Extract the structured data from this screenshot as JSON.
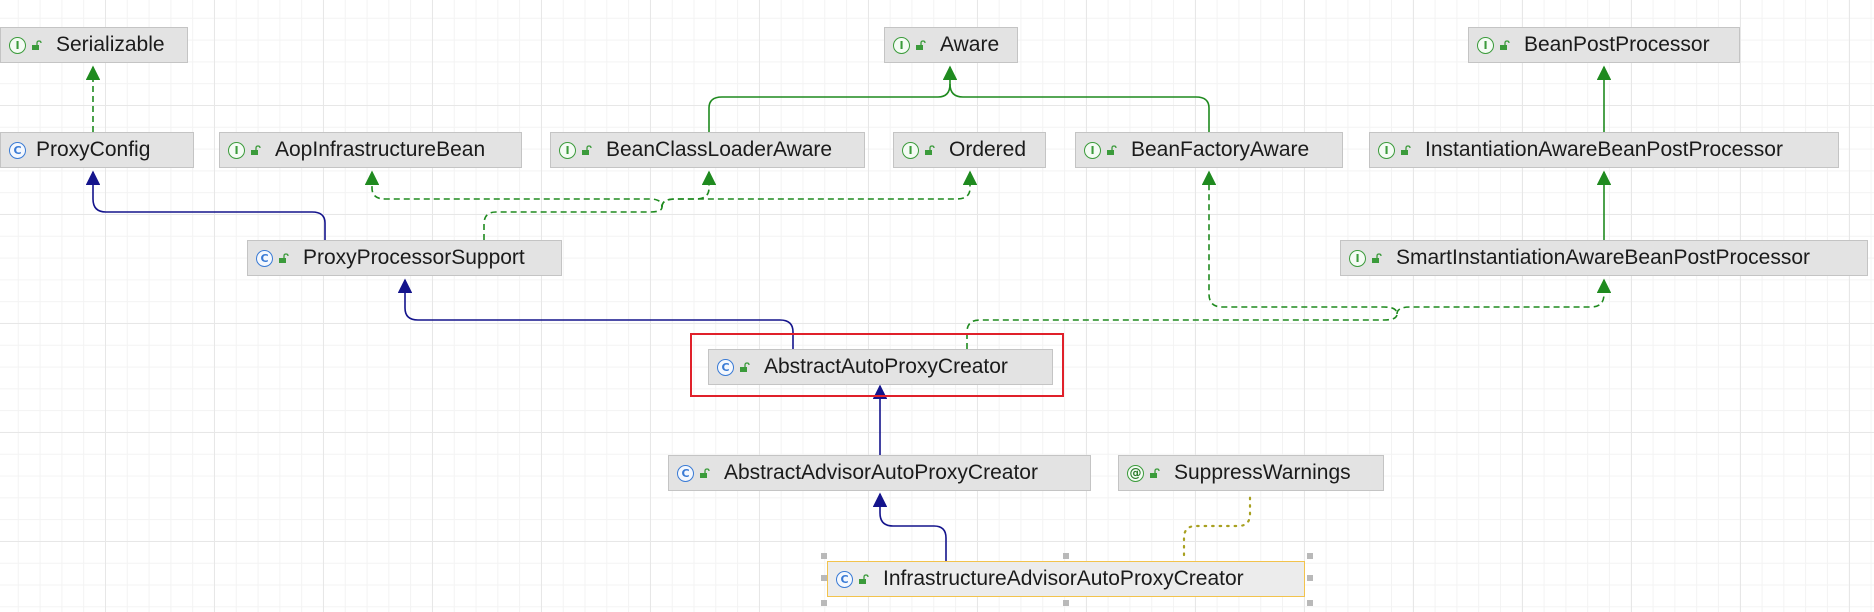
{
  "diagram": {
    "nodes": [
      {
        "id": "serializable",
        "label": "Serializable",
        "kind": "interface",
        "kind_icon": "interface-icon",
        "glyph": "I"
      },
      {
        "id": "aware",
        "label": "Aware",
        "kind": "interface",
        "kind_icon": "interface-icon",
        "glyph": "I"
      },
      {
        "id": "bean-post-processor",
        "label": "BeanPostProcessor",
        "kind": "interface",
        "kind_icon": "interface-icon",
        "glyph": "I"
      },
      {
        "id": "proxy-config",
        "label": "ProxyConfig",
        "kind": "class",
        "kind_icon": "class-icon",
        "glyph": "C"
      },
      {
        "id": "aop-infrastructure-bean",
        "label": "AopInfrastructureBean",
        "kind": "interface",
        "kind_icon": "interface-icon",
        "glyph": "I"
      },
      {
        "id": "bean-class-loader-aware",
        "label": "BeanClassLoaderAware",
        "kind": "interface",
        "kind_icon": "interface-icon",
        "glyph": "I"
      },
      {
        "id": "ordered",
        "label": "Ordered",
        "kind": "interface",
        "kind_icon": "interface-icon",
        "glyph": "I"
      },
      {
        "id": "bean-factory-aware",
        "label": "BeanFactoryAware",
        "kind": "interface",
        "kind_icon": "interface-icon",
        "glyph": "I"
      },
      {
        "id": "instantiation-aware-bean-post-processor",
        "label": "InstantiationAwareBeanPostProcessor",
        "kind": "interface",
        "kind_icon": "interface-icon",
        "glyph": "I"
      },
      {
        "id": "proxy-processor-support",
        "label": "ProxyProcessorSupport",
        "kind": "class",
        "kind_icon": "class-icon",
        "glyph": "C"
      },
      {
        "id": "smart-instantiation-aware-bean-post-processor",
        "label": "SmartInstantiationAwareBeanPostProcessor",
        "kind": "interface",
        "kind_icon": "interface-icon",
        "glyph": "I"
      },
      {
        "id": "abstract-auto-proxy-creator",
        "label": "AbstractAutoProxyCreator",
        "kind": "class",
        "kind_icon": "abstract-class-icon",
        "glyph": "C",
        "highlighted": true
      },
      {
        "id": "abstract-advisor-auto-proxy-creator",
        "label": "AbstractAdvisorAutoProxyCreator",
        "kind": "class",
        "kind_icon": "abstract-class-icon",
        "glyph": "C"
      },
      {
        "id": "suppress-warnings",
        "label": "SuppressWarnings",
        "kind": "annotation",
        "kind_icon": "annotation-icon",
        "glyph": "@"
      },
      {
        "id": "infrastructure-advisor-auto-proxy-creator",
        "label": "InfrastructureAdvisorAutoProxyCreator",
        "kind": "class",
        "kind_icon": "class-icon",
        "glyph": "C",
        "selected": true
      }
    ],
    "edges": [
      {
        "from": "proxy-config",
        "to": "serializable",
        "type": "implements"
      },
      {
        "from": "bean-class-loader-aware",
        "to": "aware",
        "type": "interface-extends"
      },
      {
        "from": "bean-factory-aware",
        "to": "aware",
        "type": "interface-extends"
      },
      {
        "from": "instantiation-aware-bean-post-processor",
        "to": "bean-post-processor",
        "type": "interface-extends"
      },
      {
        "from": "smart-instantiation-aware-bean-post-processor",
        "to": "instantiation-aware-bean-post-processor",
        "type": "interface-extends"
      },
      {
        "from": "proxy-processor-support",
        "to": "proxy-config",
        "type": "extends"
      },
      {
        "from": "proxy-processor-support",
        "to": "aop-infrastructure-bean",
        "type": "implements"
      },
      {
        "from": "proxy-processor-support",
        "to": "bean-class-loader-aware",
        "type": "implements"
      },
      {
        "from": "proxy-processor-support",
        "to": "ordered",
        "type": "implements"
      },
      {
        "from": "abstract-auto-proxy-creator",
        "to": "proxy-processor-support",
        "type": "extends"
      },
      {
        "from": "abstract-auto-proxy-creator",
        "to": "bean-factory-aware",
        "type": "implements"
      },
      {
        "from": "abstract-auto-proxy-creator",
        "to": "smart-instantiation-aware-bean-post-processor",
        "type": "implements"
      },
      {
        "from": "abstract-advisor-auto-proxy-creator",
        "to": "abstract-auto-proxy-creator",
        "type": "extends"
      },
      {
        "from": "infrastructure-advisor-auto-proxy-creator",
        "to": "abstract-advisor-auto-proxy-creator",
        "type": "extends"
      },
      {
        "from": "infrastructure-advisor-auto-proxy-creator",
        "to": "suppress-warnings",
        "type": "annotated-with"
      }
    ],
    "colors": {
      "extends": "#14148c",
      "implements": "#1f8a1f",
      "interface-extends": "#1f8a1f",
      "annotated-with": "#a8a020",
      "highlight": "#e0202a",
      "selection": "#f2c34d"
    }
  }
}
